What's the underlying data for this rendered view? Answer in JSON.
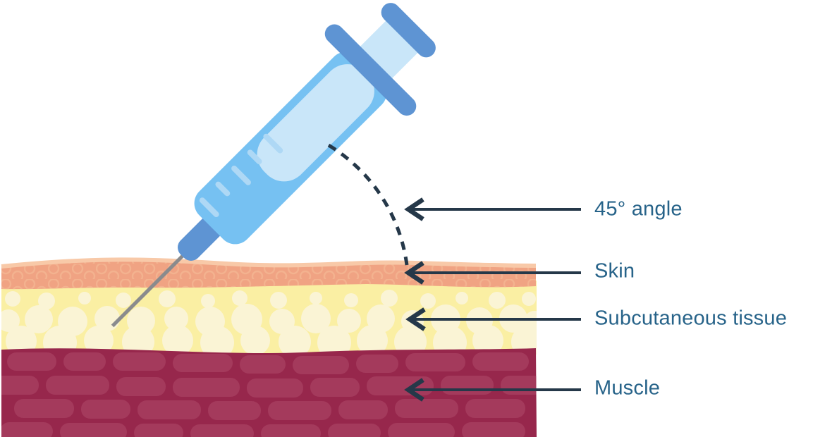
{
  "diagram": {
    "subject": "subcutaneous-injection-angle",
    "labels": {
      "angle": "45° angle",
      "skin": "Skin",
      "subcutaneous": "Subcutaneous tissue",
      "muscle": "Muscle"
    },
    "colors": {
      "arrow": "#253849",
      "label_text": "#276389",
      "skin": "#F0A383",
      "skin_ring": "#F3B28F",
      "skin_highlight": "#F8C9A8",
      "subcut": "#FAEFA3",
      "fat": "#FAF4D5",
      "muscle": "#97274C",
      "brick": "#A43A5C",
      "barrel": "#76C1F2",
      "blue_dark": "#5E94D3",
      "blue_light": "#C9E6F9",
      "tick": "#AED8F5",
      "needle": "#8A8B8D"
    }
  }
}
